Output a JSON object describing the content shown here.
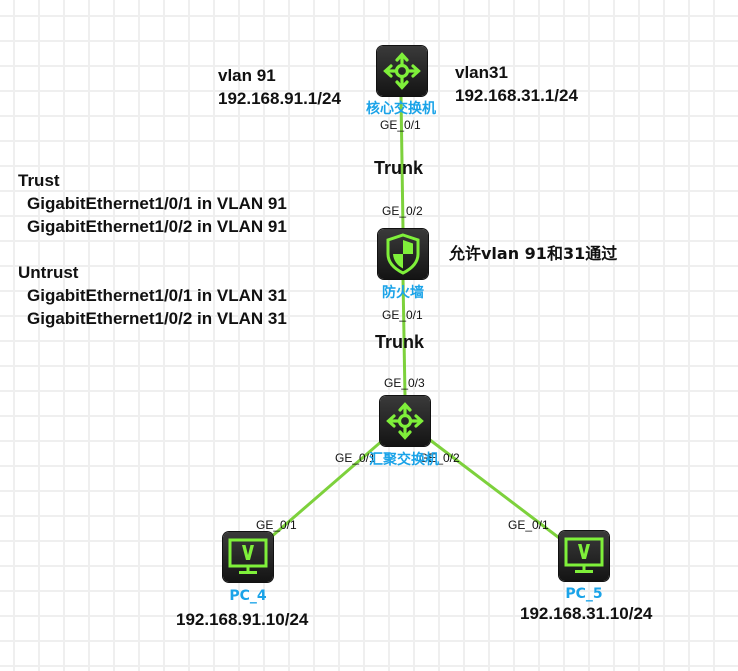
{
  "colors": {
    "link": "#7dd13c",
    "icon": "#7ff03a",
    "label": "#1aa3e8",
    "device_bg": "#1f1f1f",
    "grid": "#efefef"
  },
  "devices": {
    "core": {
      "name": "核心交换机",
      "type": "switch",
      "icon": "router-switch-icon",
      "ports": [
        "GE_0/1"
      ]
    },
    "firewall": {
      "name": "防火墙",
      "type": "firewall",
      "icon": "firewall-shield-icon",
      "ports": [
        "GE_0/2",
        "GE_0/1"
      ]
    },
    "agg": {
      "name": "汇聚交换机",
      "type": "switch",
      "icon": "router-switch-icon",
      "ports": [
        "GE_0/3",
        "GE_0/1",
        "GE_0/2"
      ]
    },
    "pc4": {
      "name": "PC_4",
      "type": "pc",
      "icon": "pc-monitor-icon",
      "ports": [
        "GE_0/1"
      ],
      "ip": "192.168.91.10/24"
    },
    "pc5": {
      "name": "PC_5",
      "type": "pc",
      "icon": "pc-monitor-icon",
      "ports": [
        "GE_0/1"
      ],
      "ip": "192.168.31.10/24"
    }
  },
  "links": [
    {
      "from": "core",
      "from_port": "GE_0/1",
      "to": "firewall",
      "to_port": "GE_0/2",
      "label": "Trunk"
    },
    {
      "from": "firewall",
      "from_port": "GE_0/1",
      "to": "agg",
      "to_port": "GE_0/3",
      "label": "Trunk"
    },
    {
      "from": "agg",
      "from_port": "GE_0/1",
      "to": "pc4",
      "to_port": "GE_0/1",
      "label": ""
    },
    {
      "from": "agg",
      "from_port": "GE_0/2",
      "to": "pc5",
      "to_port": "GE_0/1",
      "label": ""
    }
  ],
  "notes": {
    "vlan91": {
      "line1": "vlan 91",
      "line2": "192.168.91.1/24"
    },
    "vlan31": {
      "line1": "vlan31",
      "line2": "192.168.31.1/24"
    },
    "trust": {
      "title": "Trust",
      "items": [
        "GigabitEthernet1/0/1 in VLAN 91",
        "GigabitEthernet1/0/2 in VLAN 91"
      ]
    },
    "untrust": {
      "title": "Untrust",
      "items": [
        "GigabitEthernet1/0/1 in VLAN 31",
        "GigabitEthernet1/0/2 in VLAN 31"
      ]
    },
    "allow": "允许vlan 91和31通过"
  }
}
